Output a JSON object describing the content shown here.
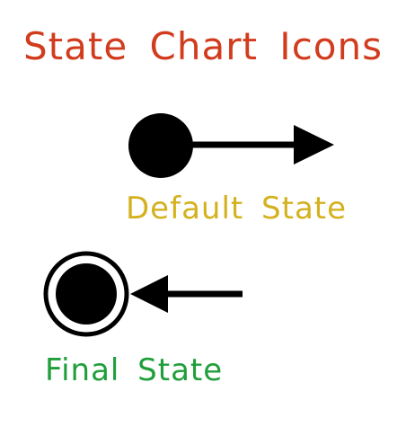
{
  "title": "State Chart Icons",
  "items": [
    {
      "label": "Default State"
    },
    {
      "label": "Final State"
    }
  ],
  "colors": {
    "title": "#d23c1e",
    "default_label": "#d4b11f",
    "final_label": "#1f9e3a",
    "shape": "#000000",
    "background": "#ffffff"
  }
}
